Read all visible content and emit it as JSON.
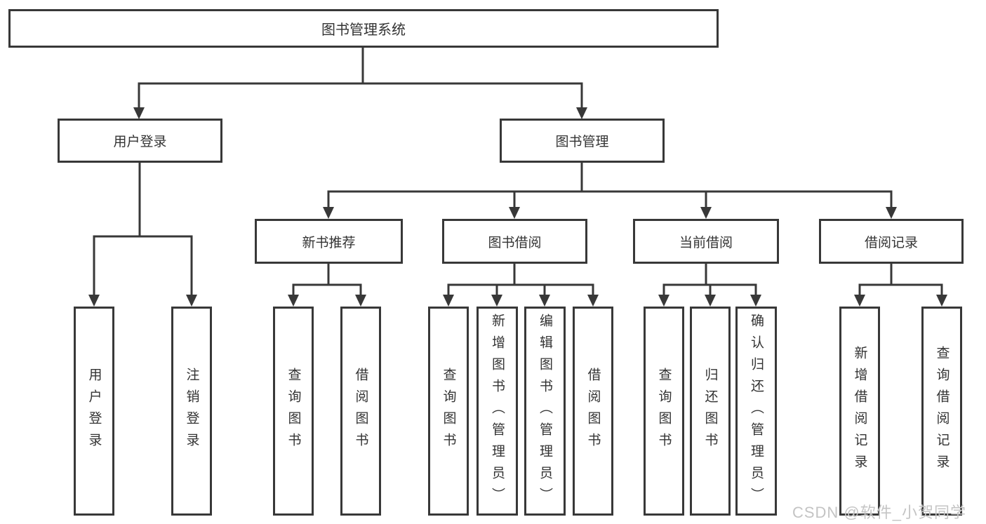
{
  "nodes": {
    "root": "图书管理系统",
    "branches": [
      "用户登录",
      "图书管理"
    ],
    "modules": [
      "新书推荐",
      "图书借阅",
      "当前借阅",
      "借阅记录"
    ],
    "leaves": [
      "用户登录",
      "注销登录",
      "查询图书",
      "借阅图书",
      "查询图书",
      "新增图书（管理员）",
      "编辑图书（管理员）",
      "借阅图书",
      "查询图书",
      "归还图书",
      "确认归还（管理员）",
      "新增借阅记录",
      "查询借阅记录"
    ]
  },
  "colors": {
    "line": "#383838",
    "text": "#333333",
    "background": "#ffffff",
    "watermark": "#c4c4c4"
  },
  "watermark": "CSDN @软件_小贺同学"
}
